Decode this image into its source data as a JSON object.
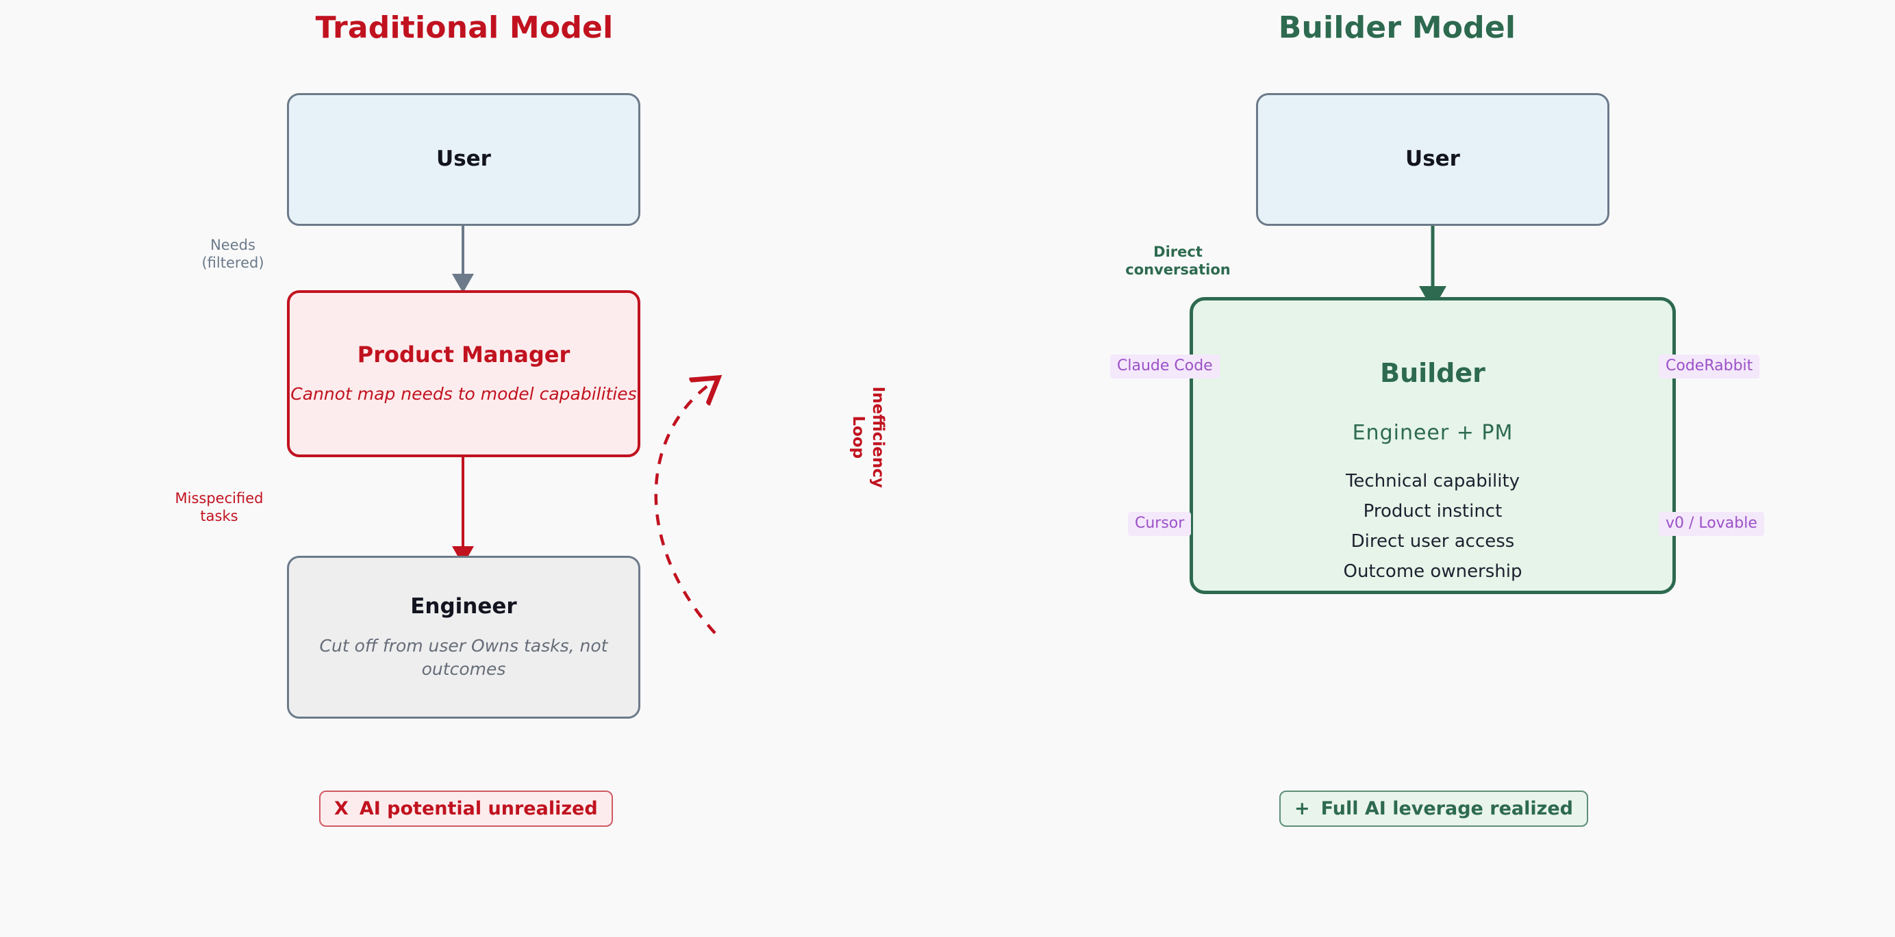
{
  "columns": {
    "left": {
      "title": "Traditional Model",
      "color": "#c1121f"
    },
    "right": {
      "title": "Builder Model",
      "color": "#2d6a4f"
    }
  },
  "left_model": {
    "user": {
      "title": "User"
    },
    "pm": {
      "title": "Product Manager",
      "subtitle": "Cannot map needs\nto model capabilities"
    },
    "engineer": {
      "title": "Engineer",
      "subtitle": "Cut off from user\nOwns tasks, not outcomes"
    },
    "edges": {
      "user_to_pm": "Needs\n(filtered)",
      "pm_to_engineer": "Misspecified\ntasks",
      "loop": "Inefficiency\nLoop"
    },
    "outcome": {
      "mark": "X",
      "label": "AI potential unrealized"
    }
  },
  "right_model": {
    "user": {
      "title": "User"
    },
    "builder": {
      "title": "Builder",
      "formula": "Engineer  +  PM",
      "capabilities": [
        "Technical capability",
        "Product instinct",
        "Direct user access",
        "Outcome ownership"
      ]
    },
    "edges": {
      "user_to_builder": "Direct\nconversation"
    },
    "tools": [
      {
        "name": "Claude Code",
        "position": "top-left"
      },
      {
        "name": "CodeRabbit",
        "position": "top-right"
      },
      {
        "name": "Cursor",
        "position": "bottom-left"
      },
      {
        "name": "v0 / Lovable",
        "position": "bottom-right"
      }
    ],
    "outcome": {
      "mark": "+",
      "label": "Full AI leverage realized"
    }
  },
  "palette": {
    "background": "#f9f9fa",
    "red": "#c1121f",
    "green": "#2d6a4f",
    "slate": "#6c7a89",
    "purple": "#9b51c8",
    "user_fill": "#e7f1f8",
    "pm_fill": "#fdeced",
    "engineer_fill": "#eeeeef",
    "builder_fill": "#e6f4e9",
    "chip_fill": "#f4e8fb",
    "ink": "#12141f"
  }
}
